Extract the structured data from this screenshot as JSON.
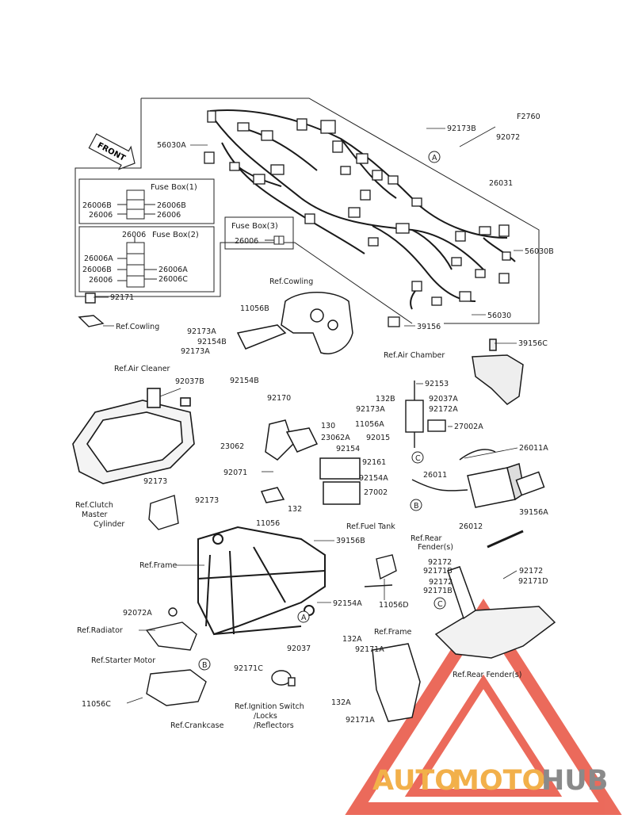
{
  "diagram_code": "F2760",
  "front_label": "FRONT",
  "fuse_boxes": {
    "box1": {
      "title": "Fuse Box(1)",
      "labels": [
        "26006B",
        "26006B",
        "26006",
        "26006"
      ]
    },
    "box2": {
      "title": "Fuse Box(2)",
      "labels": [
        "26006",
        "26006A",
        "26006B",
        "26006A",
        "26006",
        "26006C"
      ]
    },
    "box3": {
      "title": "Fuse Box(3)",
      "labels": [
        "26006"
      ]
    }
  },
  "part_labels": [
    "92173B",
    "92072",
    "56030A",
    "26031",
    "56030B",
    "56030",
    "39156",
    "39156C",
    "92171",
    "11056B",
    "92173A",
    "92154B",
    "92173A",
    "92154B",
    "92037B",
    "92170",
    "130",
    "23062",
    "23062A",
    "92154",
    "92161",
    "92071",
    "132",
    "11056",
    "27002",
    "92153",
    "132B",
    "92037A",
    "92173A",
    "92172A",
    "11056A",
    "27002A",
    "92015",
    "26011A",
    "26011",
    "92154A",
    "26012",
    "39156A",
    "92173",
    "92173",
    "39156B",
    "11056D",
    "92172",
    "92171B",
    "92172",
    "92171B",
    "92172",
    "92171D",
    "92072A",
    "92154A",
    "92171C",
    "92037",
    "132A",
    "92171A",
    "132A",
    "92171A",
    "11056C"
  ],
  "reference_labels": [
    "Ref.Cowling",
    "Ref.Cowling",
    "Ref.Air Chamber",
    "Ref.Air Cleaner",
    "Ref.Clutch",
    "Master",
    "Cylinder",
    "Ref.Fuel Tank",
    "Ref.Rear",
    "Fender(s)",
    "Ref.Frame",
    "Ref.Radiator",
    "Ref.Frame",
    "Ref.Starter Motor",
    "Ref.Crankcase",
    "Ref.Ignition Switch",
    "/Locks",
    "/Reflectors",
    "Ref.Rear Fender(s)"
  ],
  "callouts": [
    "A",
    "A",
    "B",
    "B",
    "C",
    "C"
  ],
  "watermark": {
    "parts": [
      "AUTO",
      "MOTO",
      "HUB"
    ],
    "colors": {
      "auto": "#f2b04a",
      "moto": "#f2b04a",
      "hub": "#8a8a8a",
      "triangle": "#e8513f"
    }
  }
}
